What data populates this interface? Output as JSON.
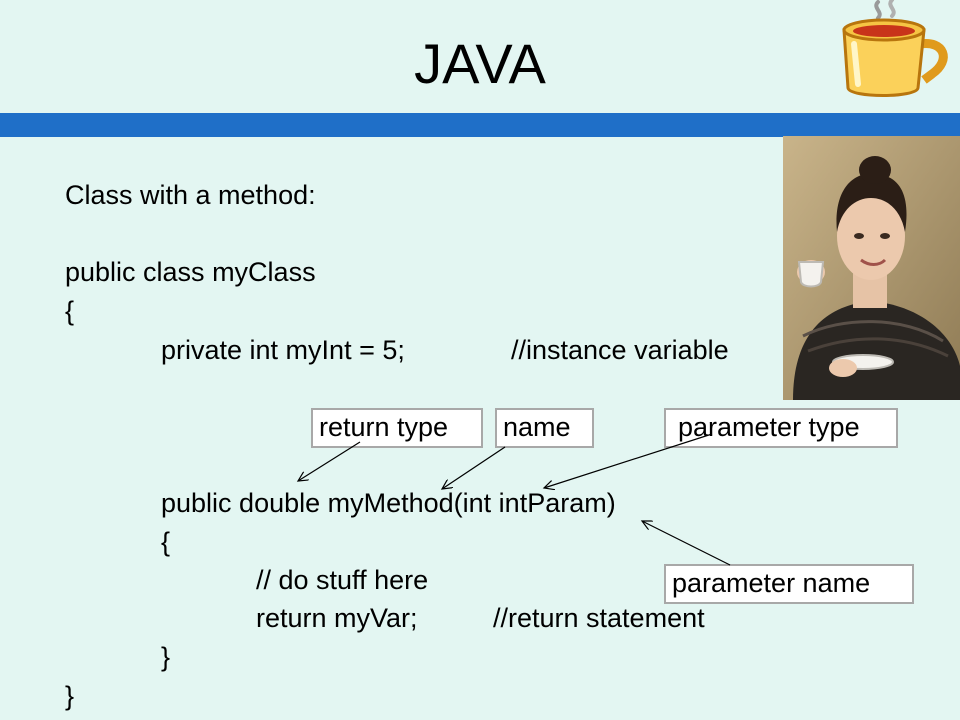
{
  "slide": {
    "title": "JAVA",
    "accent_color": "#1f6fc8",
    "background_color": "#e3f6f2"
  },
  "images": {
    "mug": "coffee-mug-icon",
    "portrait": "woman-with-teacup-portrait"
  },
  "body": {
    "heading": "Class with a method:",
    "code": {
      "class_decl": "public class myClass",
      "open_brace": "{",
      "field_decl": "private int myInt = 5;",
      "field_comment": "//instance variable",
      "method_decl": "public double myMethod(int intParam)",
      "method_open": "{",
      "method_comment": "// do stuff here",
      "return_stmt": "return myVar;",
      "return_comment": "//return statement",
      "method_close": "}",
      "class_close": "}"
    }
  },
  "annotations": {
    "return_type": "return type",
    "name": "name",
    "parameter_type": "parameter type",
    "parameter_name": "parameter name"
  }
}
